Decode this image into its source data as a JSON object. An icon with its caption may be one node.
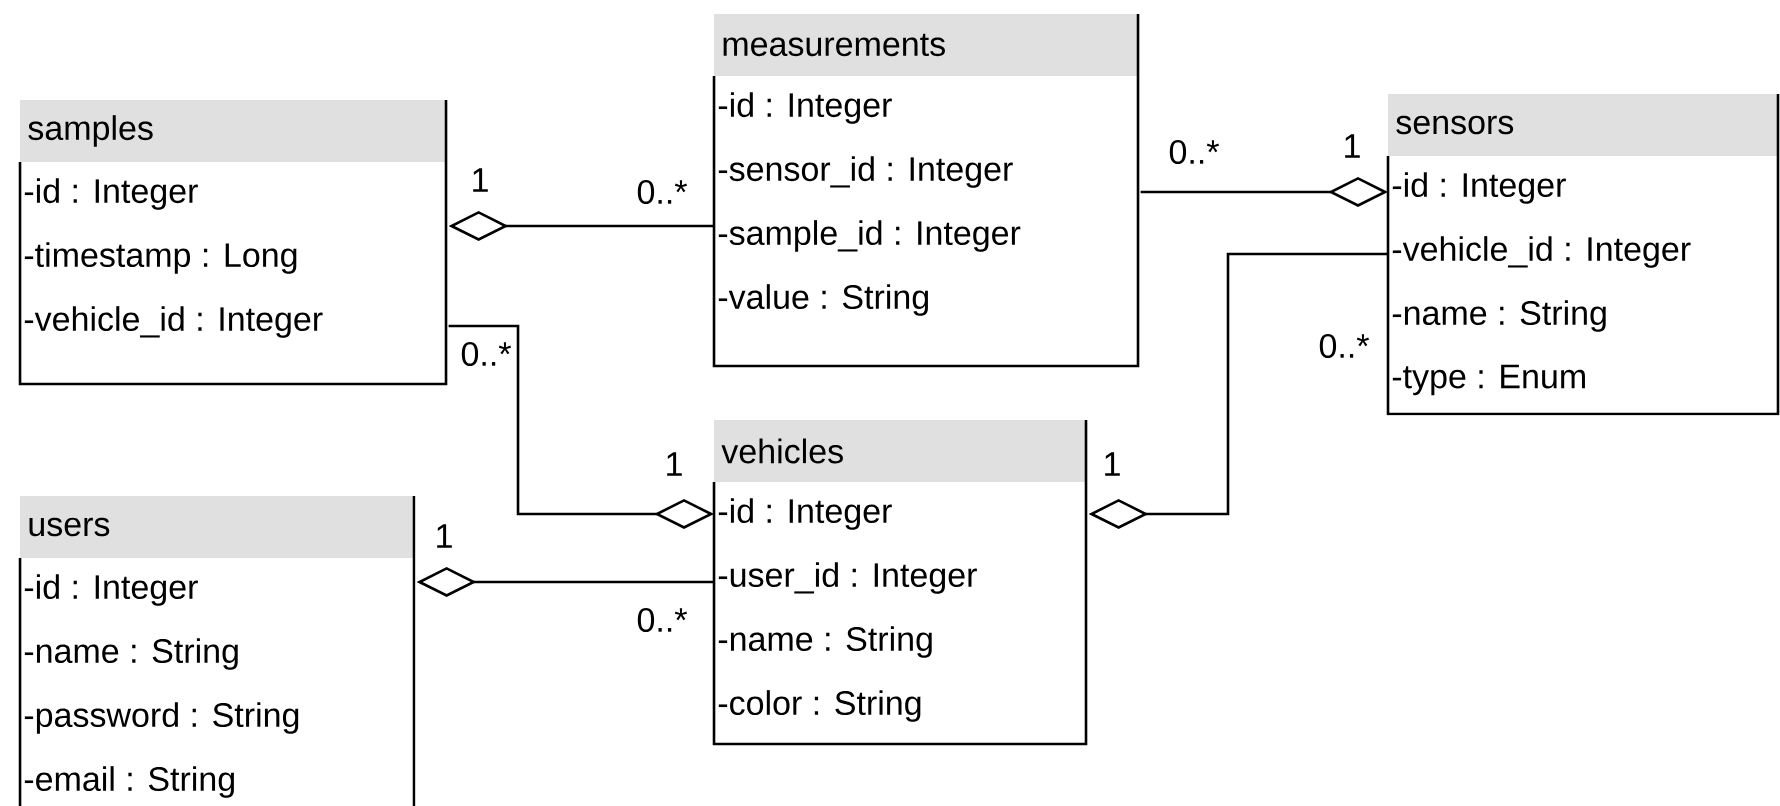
{
  "diagram": {
    "nodes": [
      {
        "text": [
          "measurements",
          "-id : Integer",
          "-sensor_id : Integer",
          "-sample_id : Integer",
          "-value : String"
        ]
      },
      {
        "text": [
          "samples",
          "-id : Integer",
          "-timestamp : Long",
          "-vehicle_id : Integer"
        ]
      },
      {
        "text": [
          "sensors",
          "-id : Integer",
          "-vehicle_id : Integer",
          "-name : String",
          "-type : Enum"
        ]
      },
      {
        "text": [
          "vehicles",
          "-id : Integer",
          "-user_id : Integer",
          "-name : String",
          "-color : String"
        ]
      },
      {
        "text": [
          "users",
          "-id : Integer",
          "-name : String",
          "-password : String",
          "-email : String"
        ]
      }
    ],
    "edges": [
      {
        "from": 1,
        "to": 0,
        "arrow": "other"
      },
      {
        "from": 2,
        "to": 0,
        "arrow": "other"
      },
      {
        "from": 3,
        "to": 1,
        "arrow": "other"
      },
      {
        "from": 3,
        "to": 2,
        "arrow": "other"
      },
      {
        "from": 4,
        "to": 3,
        "arrow": "other"
      }
    ],
    "labels": [
      "1",
      "0..*",
      "1",
      "0..*",
      "0..*",
      "0..*",
      "1",
      "1",
      "1",
      "0..*"
    ]
  }
}
